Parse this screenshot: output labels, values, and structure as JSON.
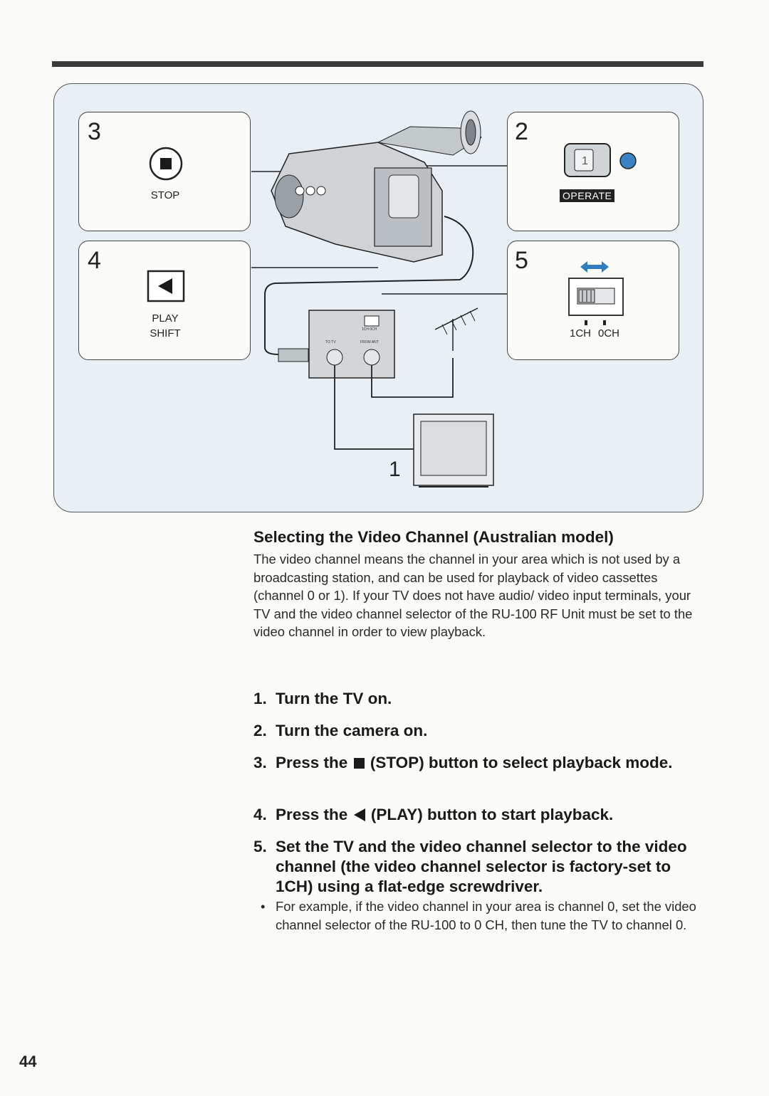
{
  "figure": {
    "callouts": {
      "stop": {
        "number": "3",
        "label": "STOP"
      },
      "play": {
        "number": "4",
        "label_line1": "PLAY",
        "label_line2": "SHIFT"
      },
      "operate": {
        "number": "2",
        "label": "OPERATE",
        "switch_value": "1"
      },
      "channel": {
        "number": "5",
        "label_1ch": "1CH",
        "label_0ch": "0CH"
      },
      "tv": {
        "number": "1"
      }
    },
    "rf_unit": {
      "label_to_tv": "TO TV",
      "label_from_ant": "FROM ANT",
      "label_selector": "1CH 0CH"
    },
    "colors": {
      "panel_bg": "#e8f0f6",
      "operate_lamp": "#3b82c4",
      "arrow": "#2f7fc0"
    }
  },
  "section": {
    "title": "Selecting the Video Channel (Australian model)",
    "intro": "The video channel means the channel in your area which is not used by a broadcasting station, and can be used for playback of video cassettes (channel 0 or 1). If your TV does not have audio/ video input terminals, your TV and the video channel selector of the RU-100 RF Unit must be set to the video channel in order to view playback."
  },
  "steps": [
    {
      "number": "1.",
      "text": "Turn the TV on."
    },
    {
      "number": "2.",
      "text": "Turn the camera on."
    },
    {
      "number": "3.",
      "text_before": "Press the",
      "icon": "stop-square-icon",
      "text_after": "(STOP) button to select playback mode."
    },
    {
      "number": "4.",
      "text_before": "Press the",
      "icon": "play-reverse-icon",
      "text_after": "(PLAY) button to start playback."
    },
    {
      "number": "5.",
      "text": "Set the TV and the video channel selector to the video channel (the video channel selector is factory-set to 1CH) using a flat-edge screwdriver."
    }
  ],
  "note": {
    "bullet": "•",
    "text": "For example, if the video channel in your area is channel 0, set the video channel selector of the RU-100 to 0 CH, then tune the TV to channel 0."
  },
  "page_number": "44"
}
